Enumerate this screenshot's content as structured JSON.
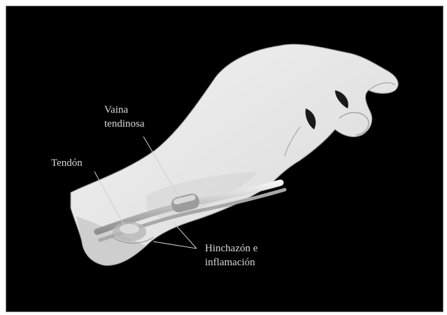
{
  "labels": {
    "sheath_line1": "Vaina",
    "sheath_line2": "tendinosa",
    "tendon": "Tendón",
    "swelling_line1": "Hinchazón e",
    "swelling_line2": "inflamación"
  },
  "colors": {
    "background": "#000000",
    "skin": "#e9e9e9",
    "skin_shadow": "#bdbdbd",
    "outline": "#8a8a8a",
    "tendon": "#cfcfcf",
    "label": "#d8d8d8"
  }
}
